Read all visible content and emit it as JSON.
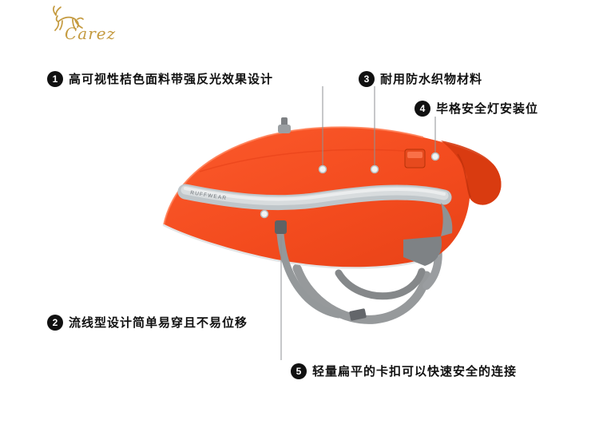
{
  "logo": {
    "brand": "Carez"
  },
  "product": {
    "brand_label": "RUFFWEAR"
  },
  "annotations": [
    {
      "num": "1",
      "text": "高可视性桔色面料带强反光效果设计"
    },
    {
      "num": "2",
      "text": "流线型设计简单易穿且不易位移"
    },
    {
      "num": "3",
      "text": "耐用防水织物材料"
    },
    {
      "num": "4",
      "text": "毕格安全灯安装位"
    },
    {
      "num": "5",
      "text": "轻量扁平的卡扣可以快速安全的连接"
    }
  ],
  "colors": {
    "vest_orange": "#F34B1E",
    "vest_orange_dark": "#D63A10",
    "reflective_gray": "#C0C6CA",
    "strap_gray": "#96999B",
    "logo_gold": "#C49A3F",
    "annotation_badge": "#111111",
    "leader_line": "#8F9294"
  }
}
